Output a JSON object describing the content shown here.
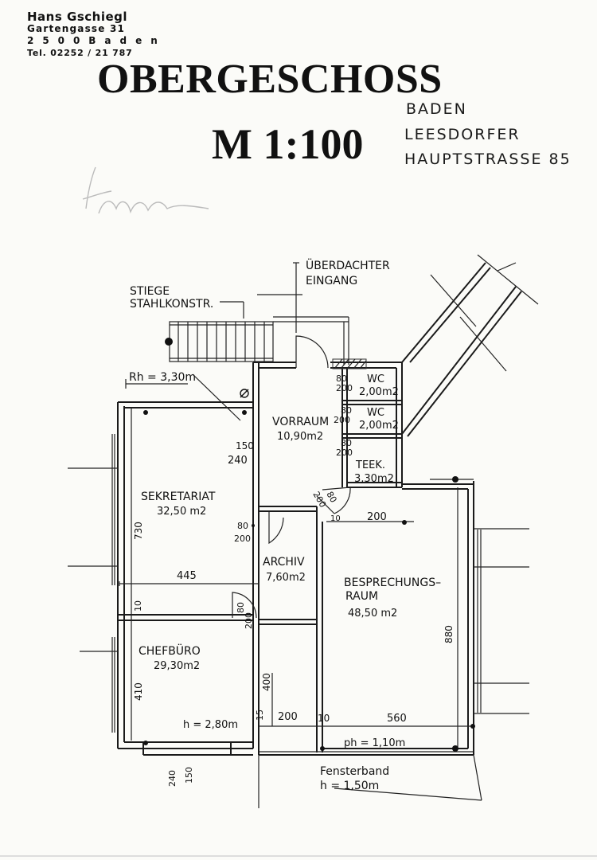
{
  "stamp": {
    "name": "Hans Gschiegl",
    "street": "Gartengasse 31",
    "city": "2 5 0 0   B a d e n",
    "phone": "Tel. 02252 / 21 787"
  },
  "title": "OBERGESCHOSS",
  "scale": "M 1:100",
  "address": [
    "BADEN",
    "LEESDORFER",
    "HAUPTSTRASSE 85"
  ],
  "labels": {
    "entrance": [
      "ÜBERDACHTER",
      "EINGANG"
    ],
    "stair": [
      "STIEGE",
      "STAHLKONSTR."
    ],
    "room_height": "Rh = 3,30m",
    "window_band": [
      "Fensterband",
      "h = 1,50m"
    ],
    "parapet": "ph = 1,10m",
    "h_chef": "h = 2,80m"
  },
  "rooms": [
    {
      "name": "WC",
      "area": "2,00m2"
    },
    {
      "name": "WC",
      "area": "2,00m2"
    },
    {
      "name": "VORRAUM",
      "area": "10,90m2"
    },
    {
      "name": "TEEK.",
      "area": "3,30m2"
    },
    {
      "name": "SEKRETARIAT",
      "area": "32,50 m2"
    },
    {
      "name": "ARCHIV",
      "area": "7,60m2"
    },
    {
      "name": "BESPRECHUNGS–",
      "name2": "RAUM",
      "area": "48,50 m2"
    },
    {
      "name": "CHEFBÜRO",
      "area": "29,30m2"
    }
  ],
  "dims": {
    "wc1_door": [
      "80",
      "200"
    ],
    "wc2_door": [
      "80",
      "200"
    ],
    "teek_door": [
      "80",
      "200"
    ],
    "vorraum_door": [
      "150",
      "240"
    ],
    "sekr_height": "730",
    "sekr_width": "445",
    "wall_10a": "10",
    "arch_door": [
      "80",
      "200"
    ],
    "chef_door": [
      "80",
      "200"
    ],
    "bespr_door": [
      "80",
      "200"
    ],
    "bespr_200": "200",
    "bespr_height": "880",
    "chef_height": "410",
    "archiv_400": "400",
    "w15": "15",
    "bottom_200": "200",
    "bottom_10": "10",
    "bottom_560": "560",
    "bottom_240": "240",
    "bottom_150": "150",
    "plus10": "10"
  }
}
